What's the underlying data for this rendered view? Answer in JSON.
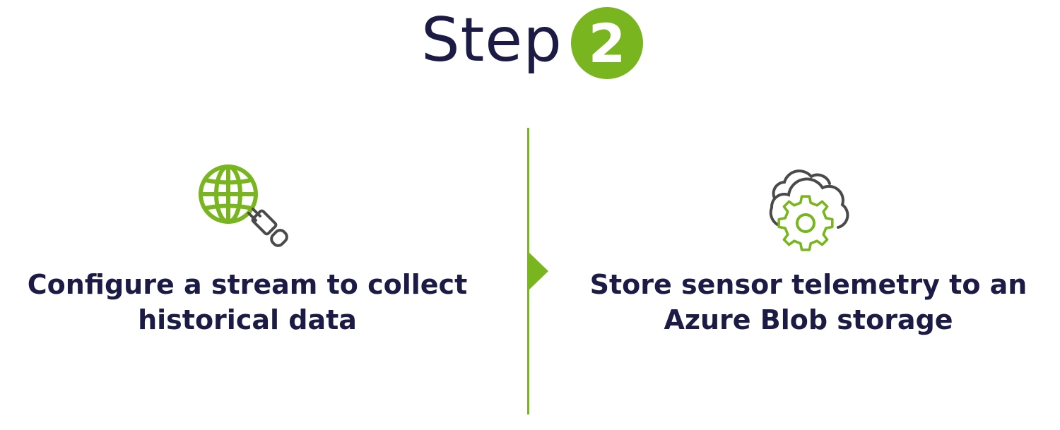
{
  "header": {
    "title": "Step",
    "step_number": "2"
  },
  "colors": {
    "accent": "#78b51e",
    "text": "#1b1b45",
    "icon_gray": "#4a4a4a"
  },
  "items": [
    {
      "icon": "globe-with-plug-icon",
      "lines": [
        "Configure a stream to collect",
        "historical data"
      ]
    },
    {
      "icon": "cloud-with-gear-icon",
      "lines": [
        "Store sensor telemetry to an",
        "Azure Blob storage"
      ]
    }
  ]
}
